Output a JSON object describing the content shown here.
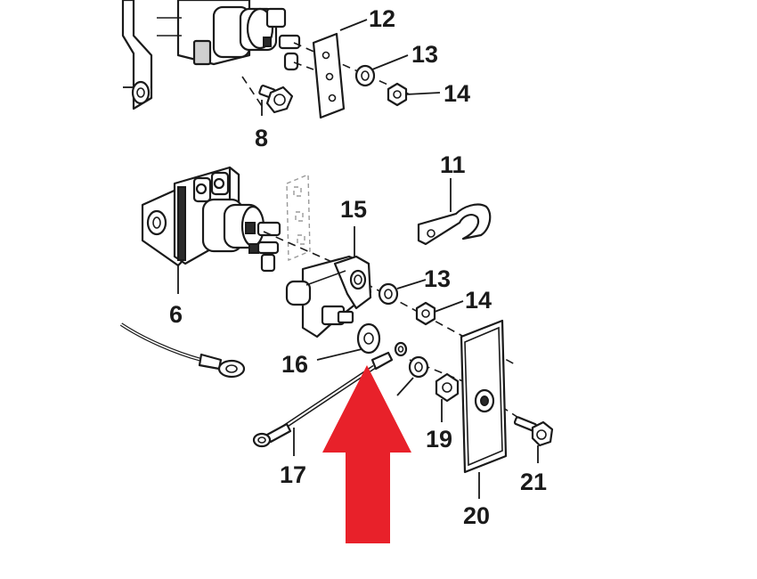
{
  "diagram": {
    "callouts": {
      "c6": "6",
      "c8": "8",
      "c11": "11",
      "c12": "12",
      "c13a": "13",
      "c13b": "13",
      "c14a": "14",
      "c14b": "14",
      "c15": "15",
      "c16": "16",
      "c17": "17",
      "c19": "19",
      "c20": "20",
      "c21": "21"
    },
    "highlight_color": "#e8212a",
    "highlight_target": "16"
  }
}
